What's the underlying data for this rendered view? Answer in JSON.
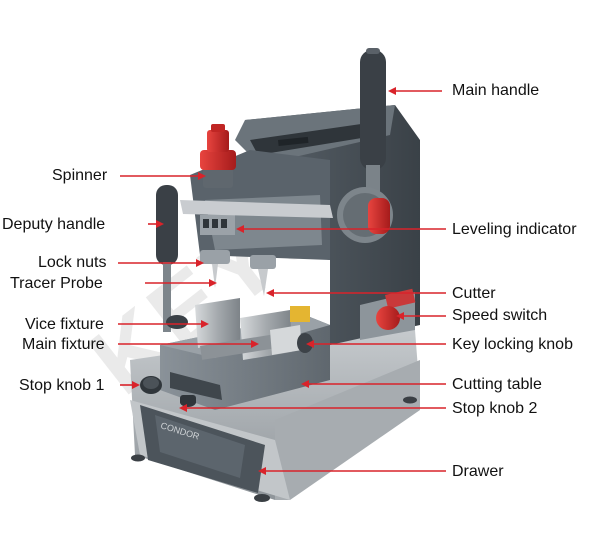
{
  "labels": {
    "main_handle": "Main handle",
    "spinner": "Spinner",
    "deputy_handle": "Deputy handle",
    "leveling_indicator": "Leveling indicator",
    "lock_nuts": "Lock nuts",
    "tracer_probe": "Tracer Probe",
    "cutter": "Cutter",
    "speed_switch": "Speed switch",
    "vice_fixture": "Vice fixture",
    "main_fixture": "Main fixture",
    "key_locking_knob": "Key locking knob",
    "stop_knob_1": "Stop knob 1",
    "cutting_table": "Cutting table",
    "stop_knob_2": "Stop knob 2",
    "drawer": "Drawer"
  },
  "machine_text": {
    "brand_plate": "CONDOR"
  },
  "colors": {
    "arrow": "#d9232a",
    "body_dark": "#4a5259",
    "body_light": "#8f979e",
    "base": "#b4b9bd",
    "red_part": "#d42a2a"
  }
}
